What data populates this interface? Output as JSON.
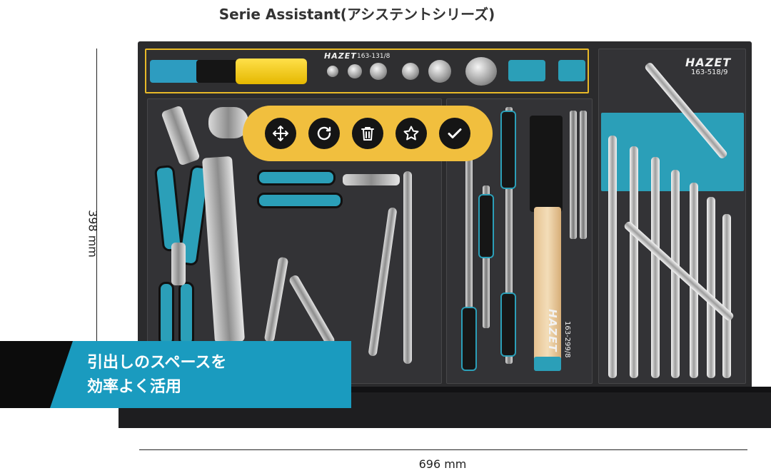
{
  "page": {
    "title": "Serie Assistant(アシステントシリーズ)",
    "height_label": "398 mm",
    "width_label": "696 mm"
  },
  "products": {
    "socket_tray": {
      "brand": "HAZET",
      "code": "163-131/8"
    },
    "wrench_tray": {
      "brand": "HAZET",
      "code": "163-518/9"
    },
    "punch_tray": {
      "brand": "HAZET",
      "code": "163-299/8"
    }
  },
  "toolbar": {
    "buttons": [
      {
        "name": "move",
        "icon": "move-icon"
      },
      {
        "name": "rotate",
        "icon": "rotate-icon"
      },
      {
        "name": "delete",
        "icon": "trash-icon"
      },
      {
        "name": "favorite",
        "icon": "star-icon"
      },
      {
        "name": "confirm",
        "icon": "check-icon"
      }
    ]
  },
  "banner": {
    "line1": "引出しのスペースを",
    "line2": "効率よく活用"
  },
  "colors": {
    "accent_blue": "#1a9bbf",
    "toolbar_yellow": "#f1bf3e",
    "drawer_dark": "#2b2b2d"
  }
}
